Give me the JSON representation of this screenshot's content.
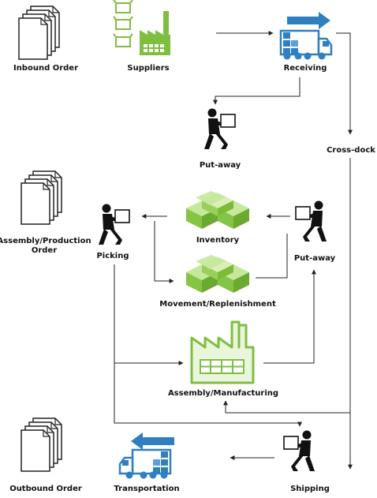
{
  "colors": {
    "green": "#7fbf3f",
    "green_light": "#b9e08a",
    "green_dark": "#5e9a28",
    "blue": "#2f7fc1",
    "blue_light": "#5aa0dc",
    "line": "#222222",
    "text": "#111111"
  },
  "labels": {
    "inbound_order": "Inbound Order",
    "suppliers": "Suppliers",
    "receiving": "Receiving",
    "putaway_top": "Put-away",
    "cross_dock": "Cross-dock",
    "assembly_order_line1": "Assembly/Production",
    "assembly_order_line2": "Order",
    "picking": "Picking",
    "inventory": "Inventory",
    "putaway_mid": "Put-away",
    "movement": "Movement/Replenishment",
    "assembly_mfg": "Assembly/Manufacturing",
    "outbound_order": "Outbound Order",
    "transportation": "Transportation",
    "shipping": "Shipping"
  },
  "icons": {
    "documents": "stacked-documents-icon",
    "factory": "factory-icon",
    "boxes": "stacked-boxes-icon",
    "truck": "delivery-truck-icon",
    "worker": "worker-carrying-box-icon"
  }
}
